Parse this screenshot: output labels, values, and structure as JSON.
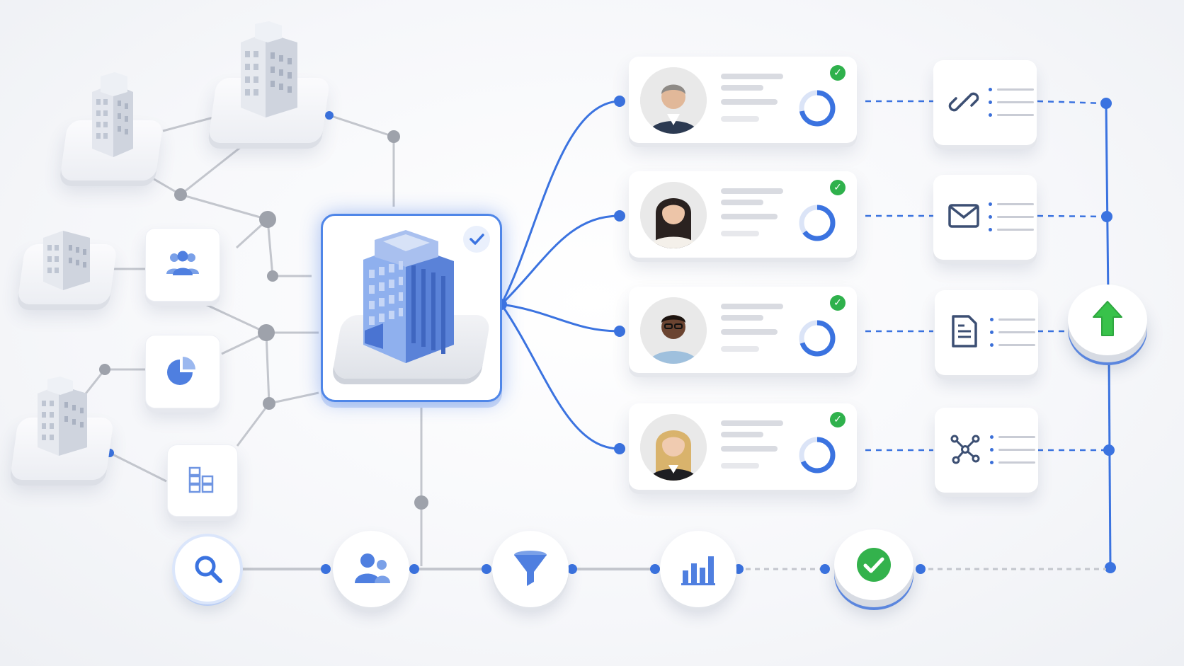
{
  "colors": {
    "accent": "#3b73e0",
    "check": "#2fb14c",
    "upload": "#38c24a",
    "hub_border": "#4f86e8"
  },
  "left_cluster": {
    "buildings": [
      {
        "icon": "building-icon"
      },
      {
        "icon": "building-icon"
      },
      {
        "icon": "building-icon"
      },
      {
        "icon": "building-icon"
      }
    ],
    "widgets": [
      {
        "icon": "users-icon"
      },
      {
        "icon": "pie-chart-icon"
      },
      {
        "icon": "hierarchy-icon"
      }
    ]
  },
  "hub": {
    "icon": "office-building-icon",
    "badge": "check-badge-icon"
  },
  "profiles": [
    {
      "avatar": "man-avatar-icon",
      "status": "verified",
      "progress": 0.72,
      "action_icon": "link-icon"
    },
    {
      "avatar": "woman-avatar-icon",
      "status": "verified",
      "progress": 0.65,
      "action_icon": "mail-icon"
    },
    {
      "avatar": "man-avatar-icon",
      "status": "verified",
      "progress": 0.7,
      "action_icon": "document-icon"
    },
    {
      "avatar": "woman-avatar-icon",
      "status": "verified",
      "progress": 0.68,
      "action_icon": "network-icon"
    }
  ],
  "upload": {
    "icon": "upload-arrow-icon"
  },
  "pipeline": [
    {
      "icon": "search-icon"
    },
    {
      "icon": "users-icon"
    },
    {
      "icon": "filter-icon"
    },
    {
      "icon": "bar-chart-icon"
    },
    {
      "icon": "check-circle-icon"
    }
  ]
}
